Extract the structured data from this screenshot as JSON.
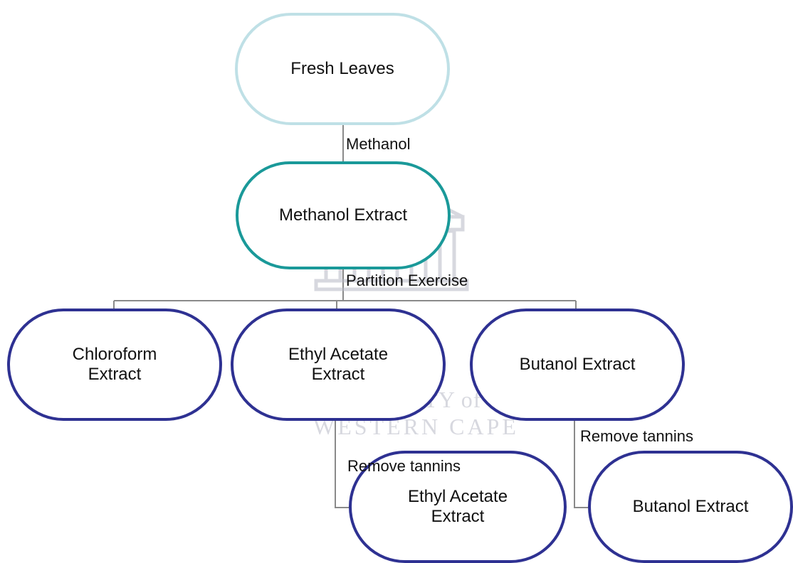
{
  "diagram": {
    "nodes": [
      {
        "id": "fresh_leaves",
        "label": "Fresh Leaves",
        "border_color": "#bfe0e6"
      },
      {
        "id": "methanol_extract",
        "label": "Methanol Extract",
        "border_color": "#1a9999"
      },
      {
        "id": "chloroform_extract",
        "label": "Chloroform\nExtract",
        "border_color": "#2e3192"
      },
      {
        "id": "ethyl_acetate_extract_1",
        "label": "Ethyl Acetate\nExtract",
        "border_color": "#2e3192"
      },
      {
        "id": "butanol_extract_1",
        "label": "Butanol Extract",
        "border_color": "#2e3192"
      },
      {
        "id": "ethyl_acetate_extract_2",
        "label": "Ethyl Acetate\nExtract",
        "border_color": "#2e3192"
      },
      {
        "id": "butanol_extract_2",
        "label": "Butanol Extract",
        "border_color": "#2e3192"
      }
    ],
    "edges": [
      {
        "from": "fresh_leaves",
        "to": "methanol_extract",
        "label": "Methanol"
      },
      {
        "from": "methanol_extract",
        "to": "chloroform_extract",
        "label": "Partition Exercise"
      },
      {
        "from": "methanol_extract",
        "to": "ethyl_acetate_extract_1",
        "label": ""
      },
      {
        "from": "methanol_extract",
        "to": "butanol_extract_1",
        "label": ""
      },
      {
        "from": "ethyl_acetate_extract_1",
        "to": "ethyl_acetate_extract_2",
        "label": "Remove tannins"
      },
      {
        "from": "butanol_extract_1",
        "to": "butanol_extract_2",
        "label": "Remove tannins"
      }
    ],
    "connector_color": "#8a8a8a"
  },
  "watermark": {
    "line1": "UNIVERSITY of the",
    "line2": "WESTERN CAPE",
    "color": "#b8bac6"
  }
}
